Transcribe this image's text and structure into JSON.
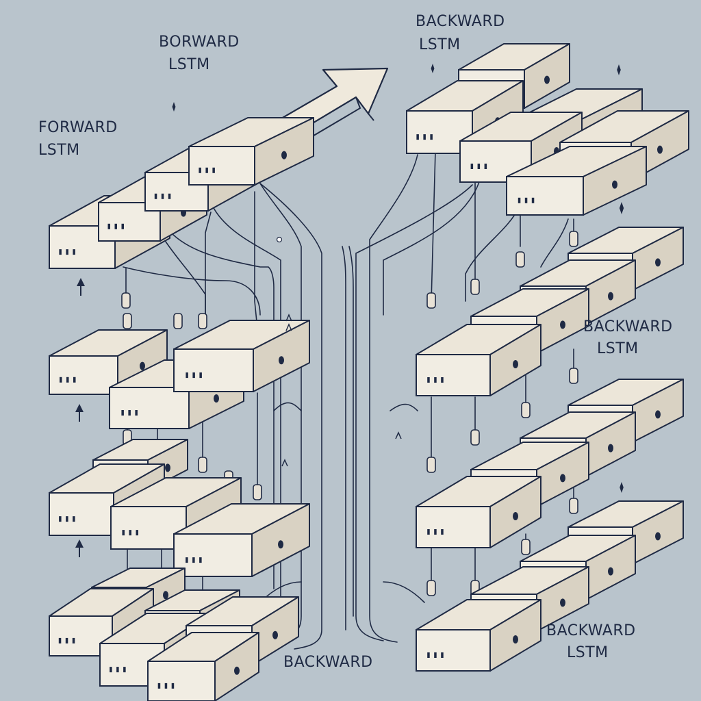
{
  "labels": {
    "borward_line1": "BORWARD",
    "borward_line2": "LSTM",
    "forward_line1": "FORWARD",
    "forward_line2": "LSTM",
    "backward_top_line1": "BACKWARD",
    "backward_top_line2": "LSTM",
    "backward_mid_line1": "BACKWARD",
    "backward_mid_line2": "LSTM",
    "backward_bottom_line1": "BACKWARD",
    "backward_bottom_line2": "LSTM",
    "backward_center": "BACKWARD"
  },
  "colors": {
    "background": "#b9c4cc",
    "box_top": "#ece6d9",
    "box_front": "#f1ede3",
    "box_side": "#d9d2c3",
    "ink": "#1f2a44",
    "arrow_fill": "#efe9dc"
  }
}
